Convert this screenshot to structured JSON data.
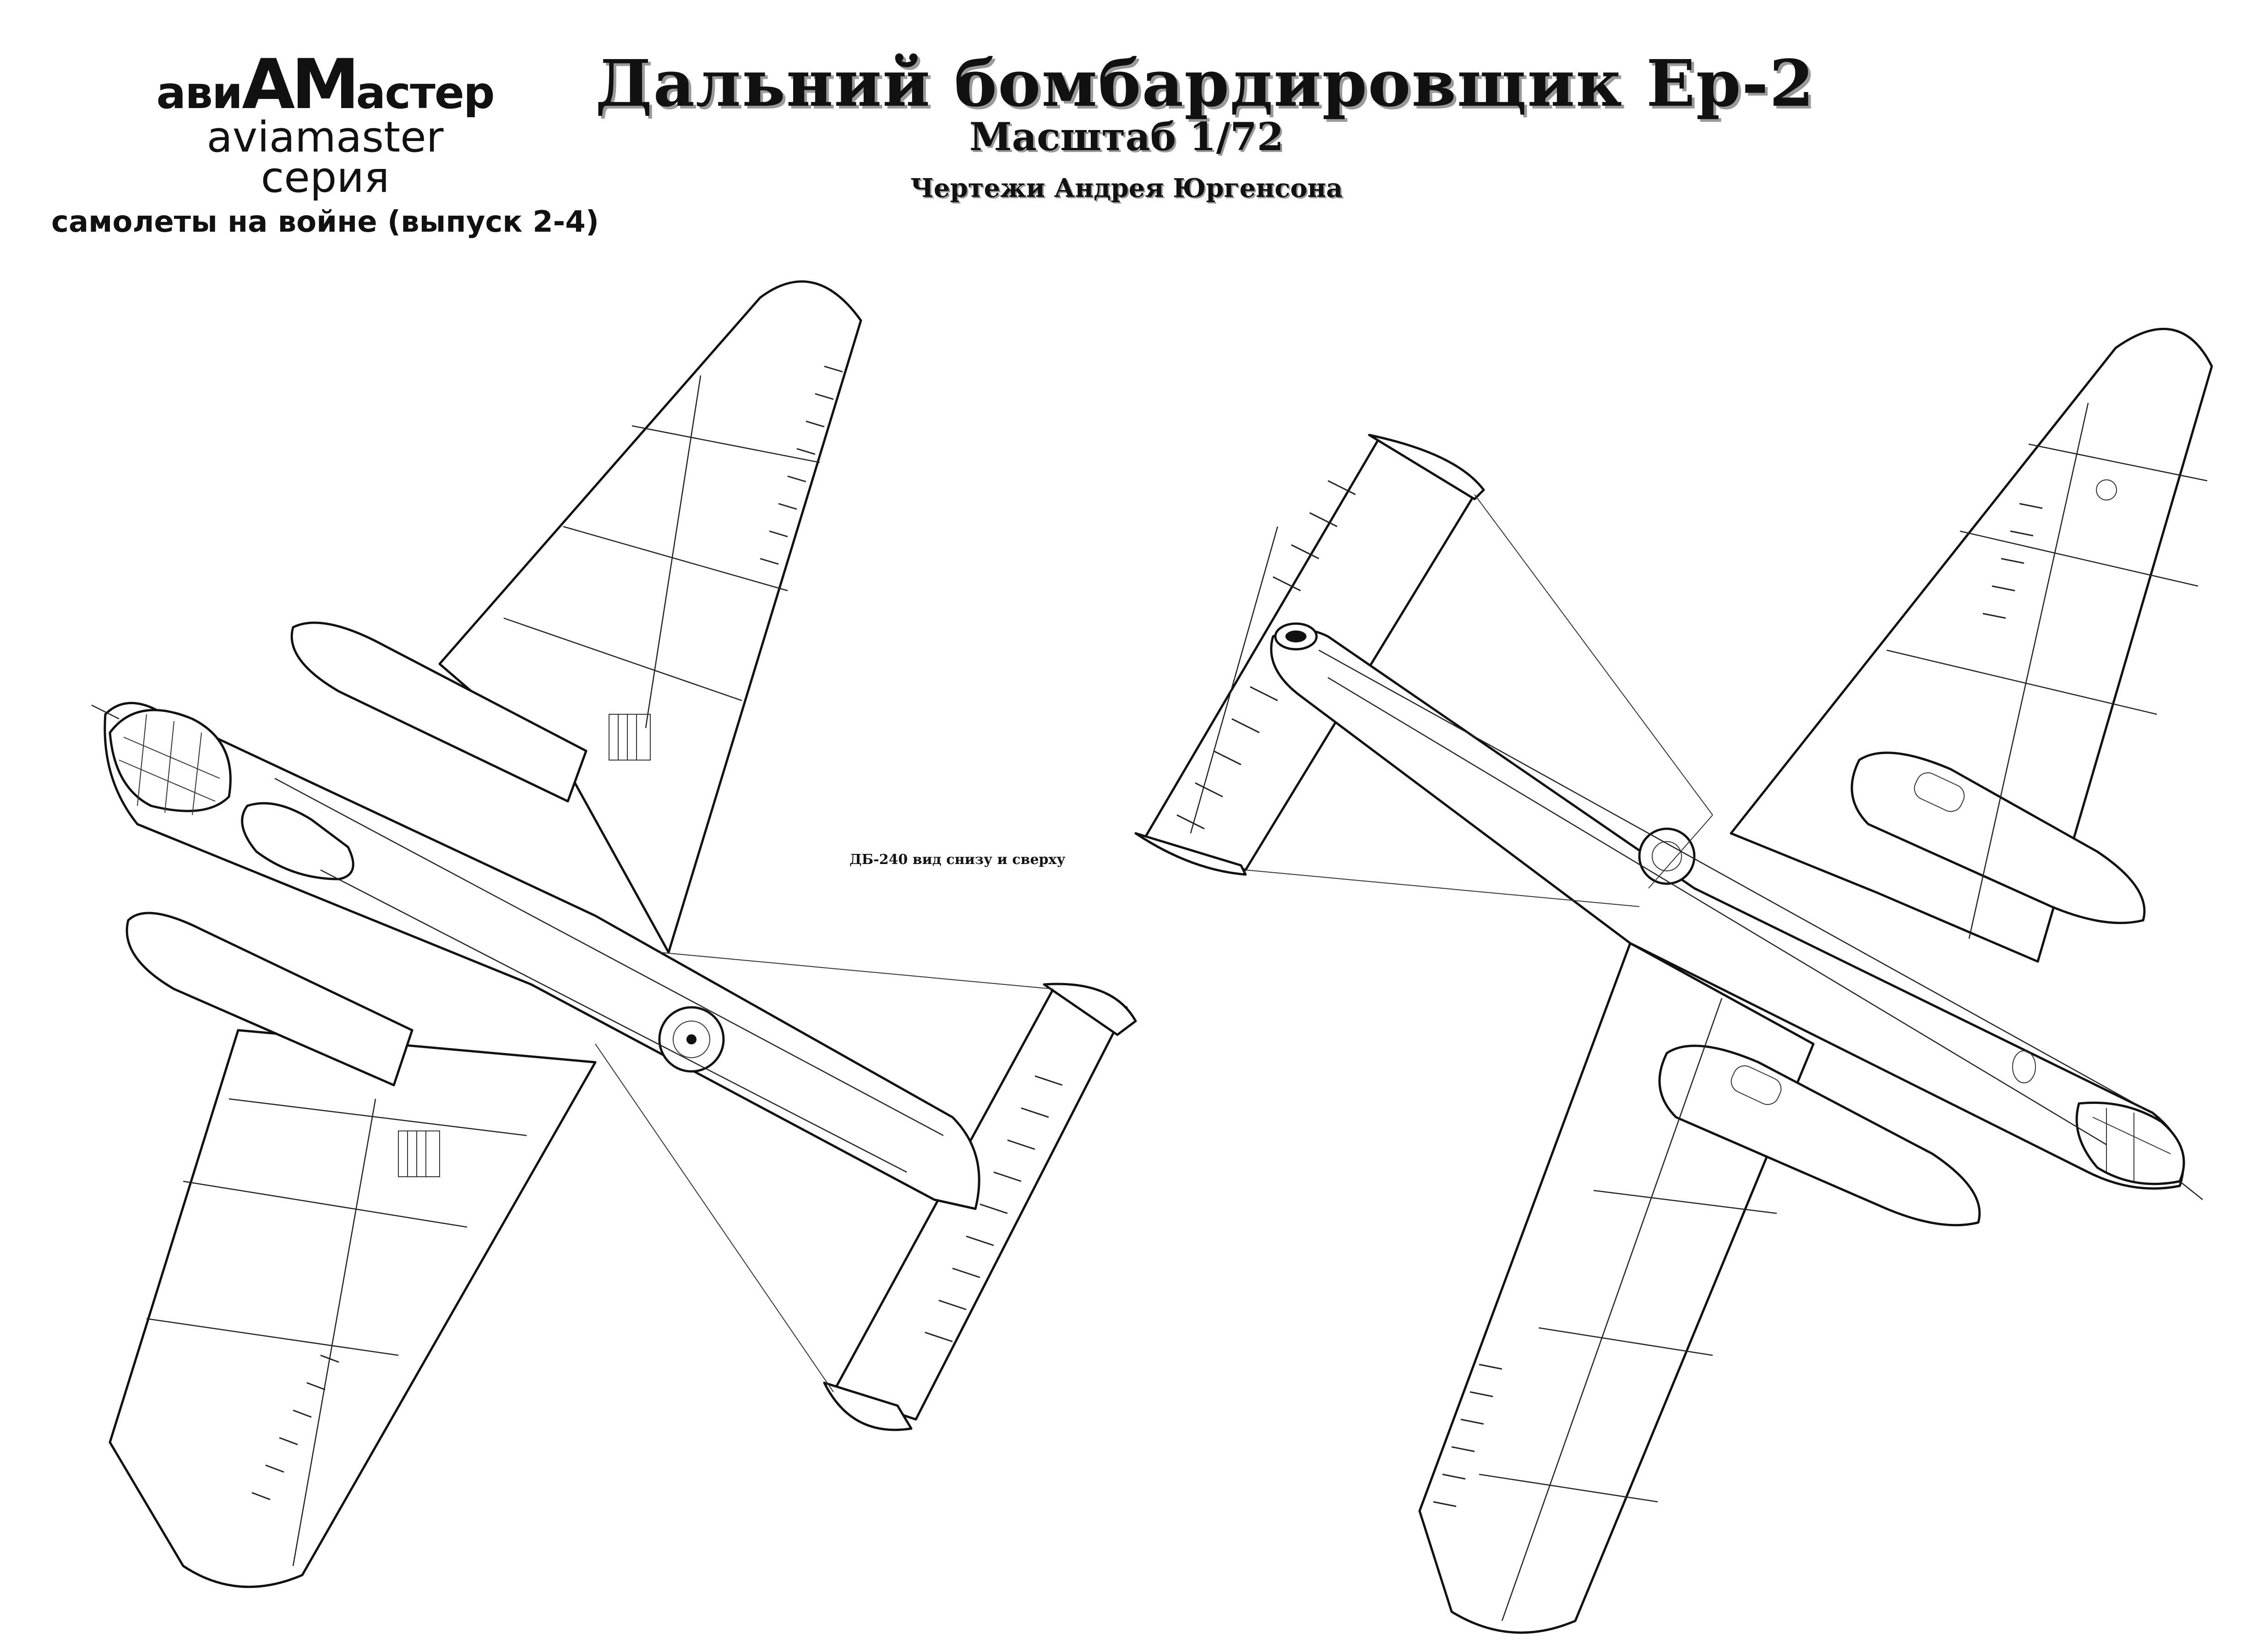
{
  "publisher": {
    "logo_part1": "ави",
    "logo_part2": "АМ",
    "logo_part3": "астер",
    "latin_name": "aviamaster",
    "series_label": "серия",
    "series_issue": "самолеты на войне (выпуск 2-4)"
  },
  "header": {
    "title": "Дальний бомбардировщик Ер-2",
    "scale": "Масштаб 1/72",
    "author": "Чертежи Андрея Юргенсона"
  },
  "drawing": {
    "view_caption": "ДБ-240 вид снизу и сверху"
  }
}
